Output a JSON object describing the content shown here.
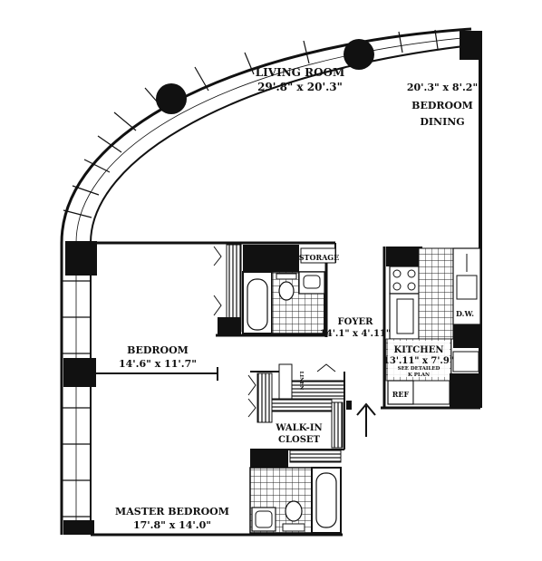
{
  "rooms": {
    "living_room": {
      "name": "LIVING ROOM",
      "dims": "29'.8\" x 20'.3\""
    },
    "bedroom_dining": {
      "dims": "20'.3\" x 8'.2\"",
      "line1": "BEDROOM",
      "line2": "DINING"
    },
    "storage": {
      "name": "STORAGE"
    },
    "foyer": {
      "name": "FOYER",
      "dims": "14'.1\" x 4'.11\""
    },
    "bedroom": {
      "name": "BEDROOM",
      "dims": "14'.6\" x 11'.7\""
    },
    "kitchen": {
      "name": "KITCHEN",
      "dims": "13'.11\" x 7'.9\"",
      "note_line1": "SEE DETAILED",
      "note_line2": "K PLAN"
    },
    "linen": {
      "name": "LINEN"
    },
    "walk_in_closet": {
      "line1": "WALK-IN",
      "line2": "CLOSET"
    },
    "master_bedroom": {
      "name": "MASTER BEDROOM",
      "dims": "17'.8\" x 14'.0\""
    }
  },
  "appliances": {
    "dishwasher": "D.W.",
    "refrigerator": "REF"
  },
  "colors": {
    "wall": "#111111",
    "background": "#ffffff"
  }
}
